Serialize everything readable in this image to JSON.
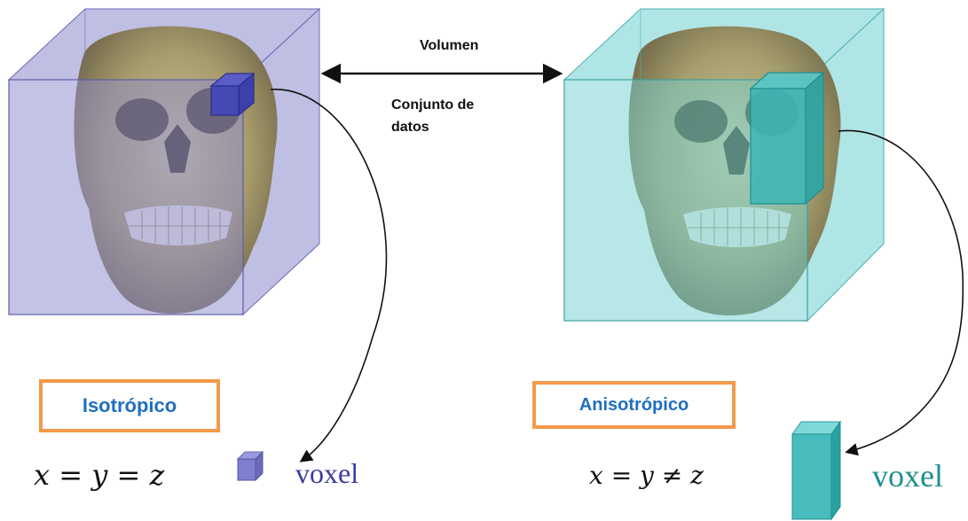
{
  "labels": {
    "volumen": "Volumen",
    "conjunto_line1": "Conjunto de",
    "conjunto_line2": "datos"
  },
  "left": {
    "type_label": "Isotrópico",
    "equation": "x = y = z",
    "voxel_label": "voxel"
  },
  "right": {
    "type_label": "Anisotrópico",
    "equation": "x = y ≠ z",
    "voxel_label": "voxel"
  },
  "colors": {
    "iso_cube": "#8a88cc",
    "iso_voxel": "#3c40a8",
    "aniso_cube": "#6fcfcf",
    "aniso_voxel": "#2aa6a6",
    "box_border": "#f39a4a",
    "box_text": "#1f6fc0",
    "voxel_text_left": "#3b3b9e",
    "voxel_text_right": "#1f8f8f"
  }
}
